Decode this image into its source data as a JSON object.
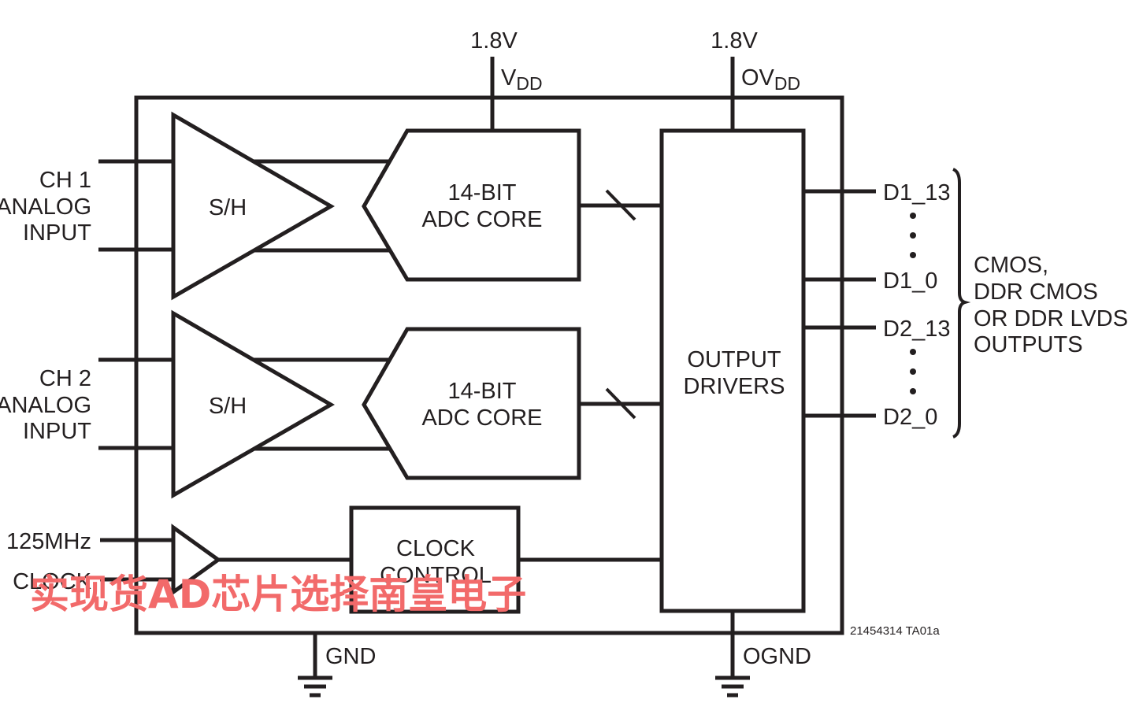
{
  "supplies": {
    "vdd_voltage": "1.8V",
    "vdd_name": "V",
    "vdd_sub": "DD",
    "ovdd_voltage": "1.8V",
    "ovdd_name": "OV",
    "ovdd_sub": "DD"
  },
  "ch1": {
    "line1": "CH 1",
    "line2": "ANALOG",
    "line3": "INPUT",
    "sh": "S/H",
    "adc_line1": "14-BIT",
    "adc_line2": "ADC CORE"
  },
  "ch2": {
    "line1": "CH 2",
    "line2": "ANALOG",
    "line3": "INPUT",
    "sh": "S/H",
    "adc_line1": "14-BIT",
    "adc_line2": "ADC CORE"
  },
  "clock_in": {
    "line1": "125MHz",
    "line2": "CLOCK"
  },
  "clock_control": {
    "line1": "CLOCK",
    "line2": "CONTROL"
  },
  "output_drivers": {
    "line1": "OUTPUT",
    "line2": "DRIVERS"
  },
  "outputs": {
    "d1_13": "D1_13",
    "d1_0": "D1_0",
    "d2_13": "D2_13",
    "d2_0": "D2_0",
    "desc_line1": "CMOS,",
    "desc_line2": "DDR CMOS",
    "desc_line3": "OR DDR LVDS",
    "desc_line4": "OUTPUTS"
  },
  "grounds": {
    "gnd": "GND",
    "ognd": "OGND"
  },
  "figure_id": "21454314 TA01a",
  "watermark": "实现货AD芯片选择南皇电子",
  "colors": {
    "line": "#231f20",
    "watermark": "#f26a6a"
  }
}
